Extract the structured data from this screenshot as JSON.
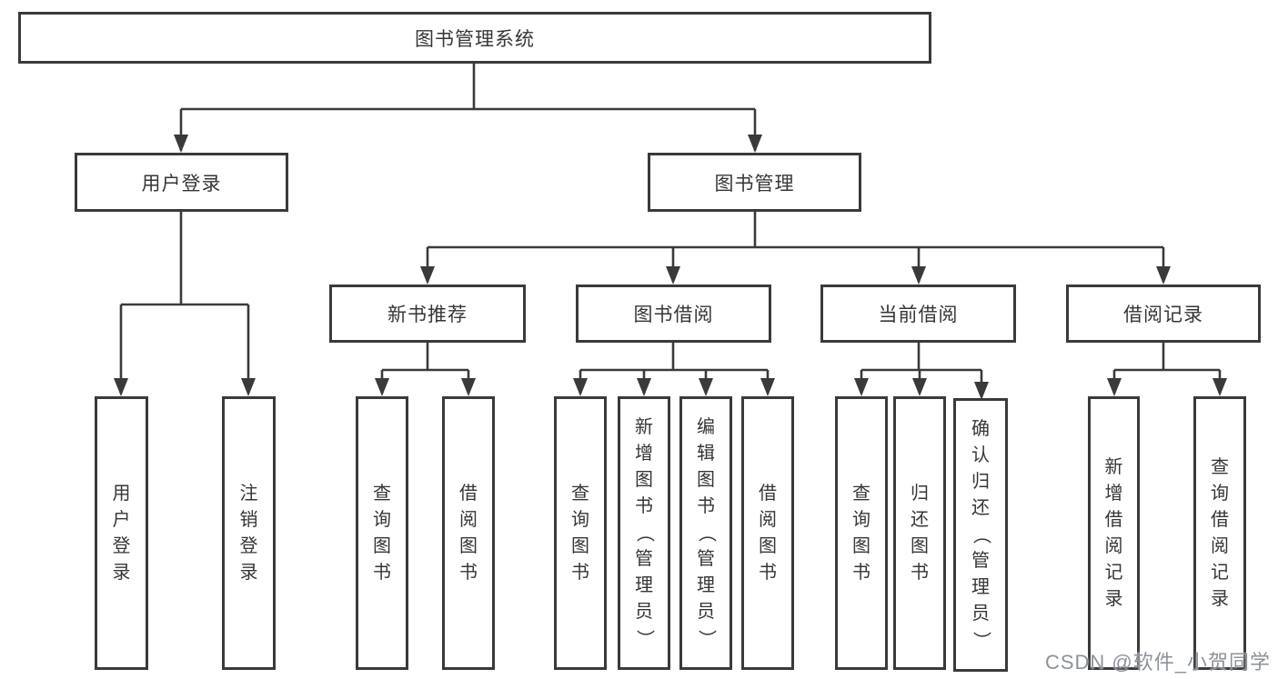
{
  "diagram": {
    "root": {
      "label": "图书管理系统"
    },
    "level2": {
      "user_login": {
        "label": "用户登录"
      },
      "book_management": {
        "label": "图书管理"
      }
    },
    "level3": {
      "new_book_recommend": {
        "label": "新书推荐"
      },
      "book_borrow": {
        "label": "图书借阅"
      },
      "current_borrow": {
        "label": "当前借阅"
      },
      "borrow_records": {
        "label": "借阅记录"
      }
    },
    "leaves": {
      "user_login": [
        "用户登录",
        "注销登录"
      ],
      "new_book_recommend": [
        "查询图书",
        "借阅图书"
      ],
      "book_borrow": [
        "查询图书",
        "新增图书（管理员）",
        "编辑图书（管理员）",
        "借阅图书"
      ],
      "current_borrow": [
        "查询图书",
        "归还图书",
        "确认归还（管理员）"
      ],
      "borrow_records": [
        "新增借阅记录",
        "查询借阅记录"
      ]
    }
  },
  "watermark": {
    "text": "CSDN @软件_小贺同学"
  },
  "colors": {
    "line": "#3a3a3a",
    "text": "#363636",
    "box_fill": "#ffffff",
    "watermark": "#8d929a",
    "background": "#ffffff"
  }
}
